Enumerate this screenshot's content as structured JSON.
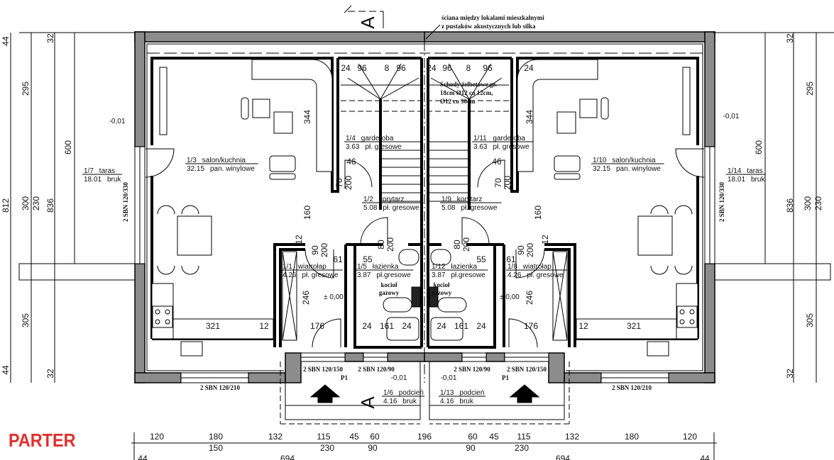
{
  "title": "PARTER",
  "notes": {
    "party_wall": [
      "ściana między lokalami mieszkalnymi",
      "z pustaków akustycznych lub silka"
    ],
    "stairs": [
      "Schody żelbetowe gr.",
      "18cm Ø12 co 12cm,",
      "Ø12 co 30cm"
    ],
    "section": [
      "A",
      "A"
    ],
    "boiler": [
      "kocioł",
      "gazowy",
      "kocioł",
      "gazowy"
    ]
  },
  "rooms": [
    {
      "num": "1/1",
      "name": "wiatrołap",
      "area": "4.26",
      "floor": "pł. gresowe"
    },
    {
      "num": "1/2",
      "name": "korytarz",
      "area": "5.08",
      "floor": "pł. gresowe"
    },
    {
      "num": "1/3",
      "name": "salon/kuchnia",
      "area": "32.15",
      "floor": "pan. winylowe"
    },
    {
      "num": "1/4",
      "name": "garderoba",
      "area": "3.63",
      "floor": "pł. gresowe"
    },
    {
      "num": "1/5",
      "name": "łazienka",
      "area": "3.87",
      "floor": "pł.gresowe"
    },
    {
      "num": "1/6",
      "name": "podcień",
      "area": "4.16",
      "floor": "bruk"
    },
    {
      "num": "1/7",
      "name": "taras",
      "area": "18.01",
      "floor": "bruk"
    },
    {
      "num": "1/8",
      "name": "wiatrołap",
      "area": "4.26",
      "floor": "pł. gresowe"
    },
    {
      "num": "1/9",
      "name": "korytarz",
      "area": "5.08",
      "floor": "pł. gresowe"
    },
    {
      "num": "1/10",
      "name": "salon/kuchnia",
      "area": "32.15",
      "floor": "pan. winylowe"
    },
    {
      "num": "1/11",
      "name": "garderoba",
      "area": "3.63",
      "floor": "pł. gresowe"
    },
    {
      "num": "1/12",
      "name": "łazienka",
      "area": "3.87",
      "floor": "pł.gresowe"
    },
    {
      "num": "1/13",
      "name": "podcień",
      "area": "4.16",
      "floor": "bruk"
    },
    {
      "num": "1/14",
      "name": "taras",
      "area": "18.01",
      "floor": "bruk"
    }
  ],
  "openings": [
    "2 SBN 120/330",
    "2 SBN 120/330",
    "2 SBN 120/210",
    "2 SBN 120/210",
    "2 SBN 120/150",
    "2 SBN 120/90",
    "2 SBN 120/90",
    "2 SBN 120/150",
    "P1",
    "P1"
  ],
  "levels": [
    "-0,01",
    "-0,01",
    "± 0,00",
    "± 0,00",
    "-0,01",
    "-0,01"
  ],
  "dims": {
    "bottom_row1": [
      "120",
      "180",
      "132",
      "115",
      "45",
      "60",
      "196",
      "60",
      "45",
      "115",
      "132",
      "180",
      "120"
    ],
    "bottom_row2": [
      "150",
      "230",
      "90",
      "90",
      "230"
    ],
    "bottom_row3": [
      "44",
      "694",
      "694",
      "44"
    ],
    "left": [
      "44",
      "295",
      "812",
      "300",
      "230",
      "836",
      "600",
      "305",
      "32",
      "32",
      "44"
    ],
    "right": [
      "32",
      "295",
      "836",
      "300",
      "230",
      "600",
      "305",
      "32"
    ],
    "stair_top": [
      "24",
      "96",
      "8",
      "96",
      "24",
      "96",
      "8",
      "96",
      "24"
    ],
    "interior": [
      "344",
      "344",
      "46",
      "46",
      "70",
      "200",
      "70",
      "200",
      "160",
      "160",
      "12",
      "12",
      "90",
      "200",
      "90",
      "200",
      "80",
      "200",
      "80",
      "200",
      "61",
      "55",
      "55",
      "61",
      "246",
      "246",
      "176",
      "24",
      "161",
      "24",
      "24",
      "161",
      "24",
      "176",
      "321",
      "12",
      "12",
      "321"
    ]
  }
}
